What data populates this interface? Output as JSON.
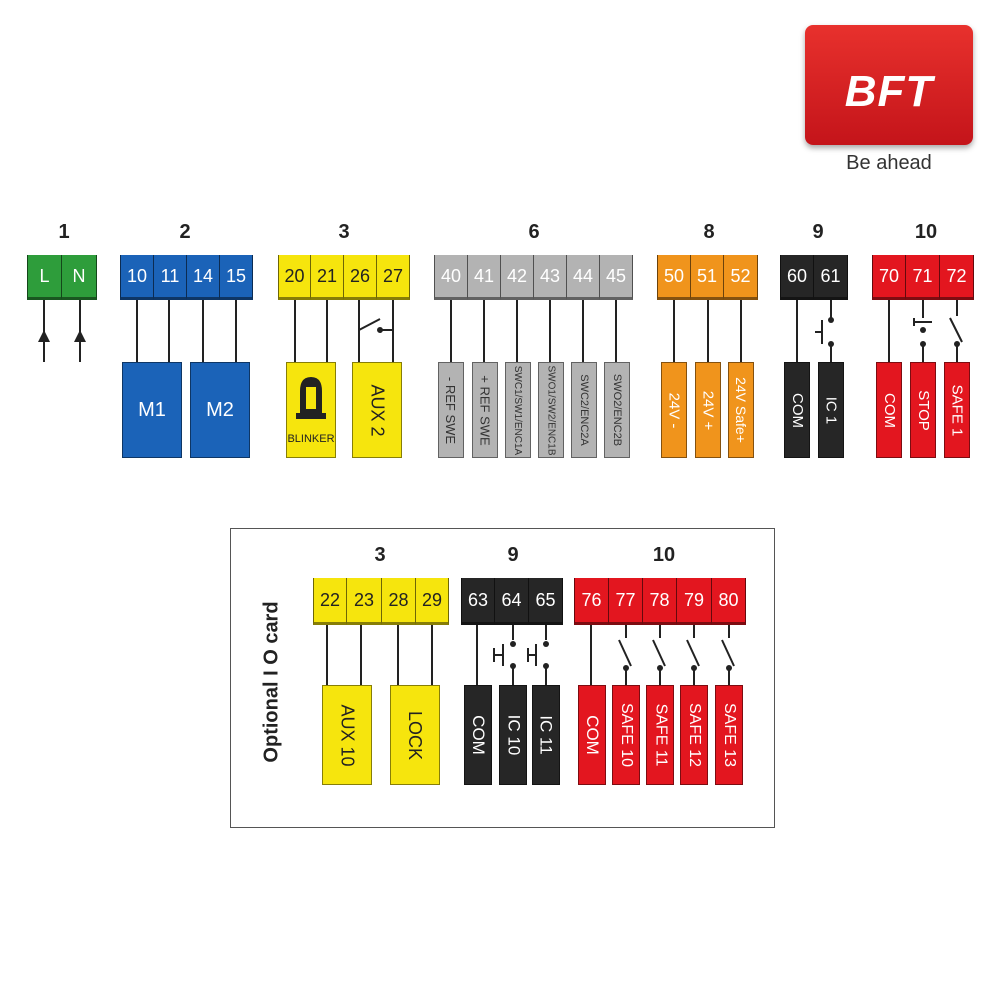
{
  "brand": {
    "name": "BFT",
    "tagline": "Be ahead"
  },
  "colors": {
    "green": "#2e9d3b",
    "blue": "#1b63b8",
    "yellow": "#f6e50d",
    "gray": "#b3b3b3",
    "orange": "#f0941c",
    "black": "#262626",
    "red": "#e3161f"
  },
  "groups_main": [
    "1",
    "2",
    "3",
    "6",
    "8",
    "9",
    "10"
  ],
  "terminals_main": {
    "g1": [
      "L",
      "N"
    ],
    "g2": [
      "10",
      "11",
      "14",
      "15"
    ],
    "g3": [
      "20",
      "21",
      "26",
      "27"
    ],
    "g6": [
      "40",
      "41",
      "42",
      "43",
      "44",
      "45"
    ],
    "g8": [
      "50",
      "51",
      "52"
    ],
    "g9": [
      "60",
      "61"
    ],
    "g10": [
      "70",
      "71",
      "72"
    ]
  },
  "devices_main": {
    "m1": "M1",
    "m2": "M2",
    "blinker": "BLINKER",
    "aux2": "AUX 2",
    "ref_minus": "- REF SWE",
    "ref_plus": "+ REF SWE",
    "swc1": "SWC1/SW1/ENC1A",
    "swo1": "SWO1/SW2/ENC1B",
    "swc2": "SWC2/ENC2A",
    "swo2": "SWO2/ENC2B",
    "v24m": "24V -",
    "v24p": "24V +",
    "v24s": "24V Safe+",
    "com9": "COM",
    "ic1": "IC 1",
    "com10": "COM",
    "stop": "STOP",
    "safe1": "SAFE 1"
  },
  "optional": {
    "label": "Optional I O card",
    "groups": [
      "3",
      "9",
      "10"
    ],
    "terminals": {
      "g3": [
        "22",
        "23",
        "28",
        "29"
      ],
      "g9": [
        "63",
        "64",
        "65"
      ],
      "g10": [
        "76",
        "77",
        "78",
        "79",
        "80"
      ]
    },
    "devices": {
      "aux10": "AUX 10",
      "lock": "LOCK",
      "com9": "COM",
      "ic10": "IC 10",
      "ic11": "IC 11",
      "com10": "COM",
      "safe10": "SAFE 10",
      "safe11": "SAFE 11",
      "safe12": "SAFE 12",
      "safe13": "SAFE 13"
    }
  }
}
